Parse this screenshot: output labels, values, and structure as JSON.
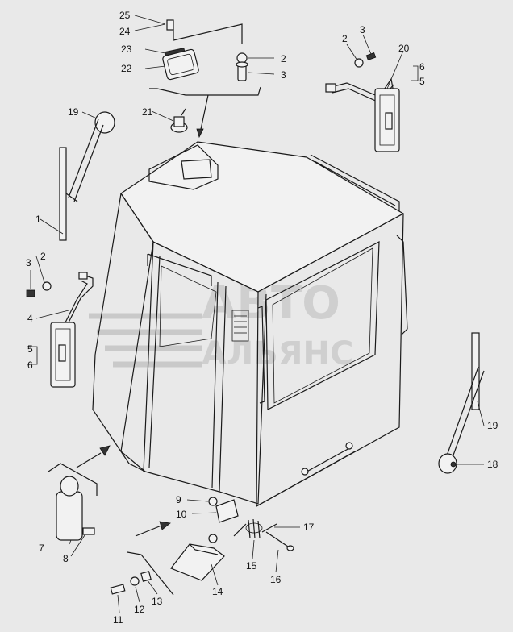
{
  "diagram": {
    "watermark": {
      "line1": "АВТО",
      "line2": "АЛЬЯНС"
    },
    "callouts": [
      {
        "id": "c25",
        "label": "25"
      },
      {
        "id": "c24",
        "label": "24"
      },
      {
        "id": "c23",
        "label": "23"
      },
      {
        "id": "c22",
        "label": "22"
      },
      {
        "id": "c2a",
        "label": "2"
      },
      {
        "id": "c3a",
        "label": "3"
      },
      {
        "id": "c21",
        "label": "21"
      },
      {
        "id": "c19a",
        "label": "19"
      },
      {
        "id": "c1",
        "label": "1"
      },
      {
        "id": "c2b",
        "label": "2"
      },
      {
        "id": "c3b",
        "label": "3"
      },
      {
        "id": "c20",
        "label": "20"
      },
      {
        "id": "c6a",
        "label": "6"
      },
      {
        "id": "c5a",
        "label": "5"
      },
      {
        "id": "c3c",
        "label": "3"
      },
      {
        "id": "c2c",
        "label": "2"
      },
      {
        "id": "c4",
        "label": "4"
      },
      {
        "id": "c5b",
        "label": "5"
      },
      {
        "id": "c6b",
        "label": "6"
      },
      {
        "id": "c19b",
        "label": "19"
      },
      {
        "id": "c18",
        "label": "18"
      },
      {
        "id": "c9",
        "label": "9"
      },
      {
        "id": "c10",
        "label": "10"
      },
      {
        "id": "c7",
        "label": "7"
      },
      {
        "id": "c8",
        "label": "8"
      },
      {
        "id": "c17",
        "label": "17"
      },
      {
        "id": "c15",
        "label": "15"
      },
      {
        "id": "c16",
        "label": "16"
      },
      {
        "id": "c14",
        "label": "14"
      },
      {
        "id": "c11",
        "label": "11"
      },
      {
        "id": "c12",
        "label": "12"
      },
      {
        "id": "c13",
        "label": "13"
      }
    ]
  }
}
